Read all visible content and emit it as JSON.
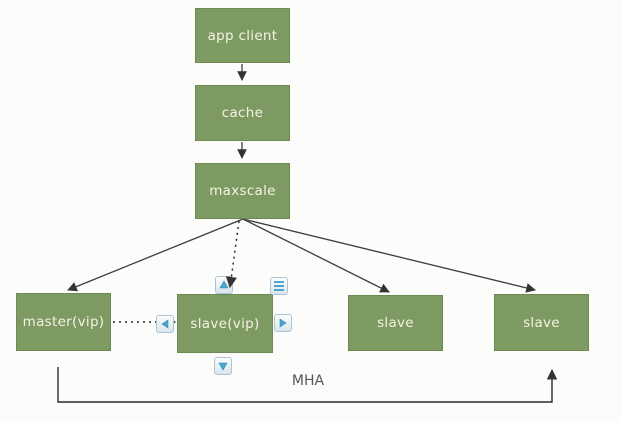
{
  "diagram": {
    "nodes": [
      {
        "id": "app-client",
        "label": "app client"
      },
      {
        "id": "cache",
        "label": "cache"
      },
      {
        "id": "maxscale",
        "label": "maxscale"
      },
      {
        "id": "master-vip",
        "label": "master(vip)"
      },
      {
        "id": "slave-vip",
        "label": "slave(vip)"
      },
      {
        "id": "slave-1",
        "label": "slave"
      },
      {
        "id": "slave-2",
        "label": "slave"
      }
    ],
    "edges": [
      {
        "from": "app client",
        "to": "cache",
        "style": "solid-arrow"
      },
      {
        "from": "cache",
        "to": "maxscale",
        "style": "solid-arrow"
      },
      {
        "from": "maxscale",
        "to": "master(vip)",
        "style": "solid-arrow"
      },
      {
        "from": "maxscale",
        "to": "slave(vip)",
        "style": "dotted-arrow"
      },
      {
        "from": "maxscale",
        "to": "slave-1",
        "style": "solid-arrow"
      },
      {
        "from": "maxscale",
        "to": "slave-2",
        "style": "solid-arrow"
      },
      {
        "from": "master(vip)",
        "to": "slave(vip)",
        "style": "dotted-arrow"
      },
      {
        "from": "master(vip)",
        "to": "slave-2",
        "style": "solid-arrow",
        "label": "MHA"
      }
    ],
    "annotations": {
      "mha_label": "MHA"
    },
    "selection_handles": [
      {
        "name": "up-arrow-handle"
      },
      {
        "name": "menu-handle"
      },
      {
        "name": "left-arrow-handle"
      },
      {
        "name": "right-arrow-handle"
      },
      {
        "name": "down-arrow-handle"
      }
    ],
    "colors": {
      "node_fill": "#7d9a63",
      "node_border": "#6d8a52",
      "node_text": "#f4f3e4",
      "connector": "#3d3d3d",
      "handle_triangle": "#4aa6cf",
      "handle_border": "#aec3d1",
      "background": "#fcfcfa",
      "label_text": "#575757"
    }
  }
}
